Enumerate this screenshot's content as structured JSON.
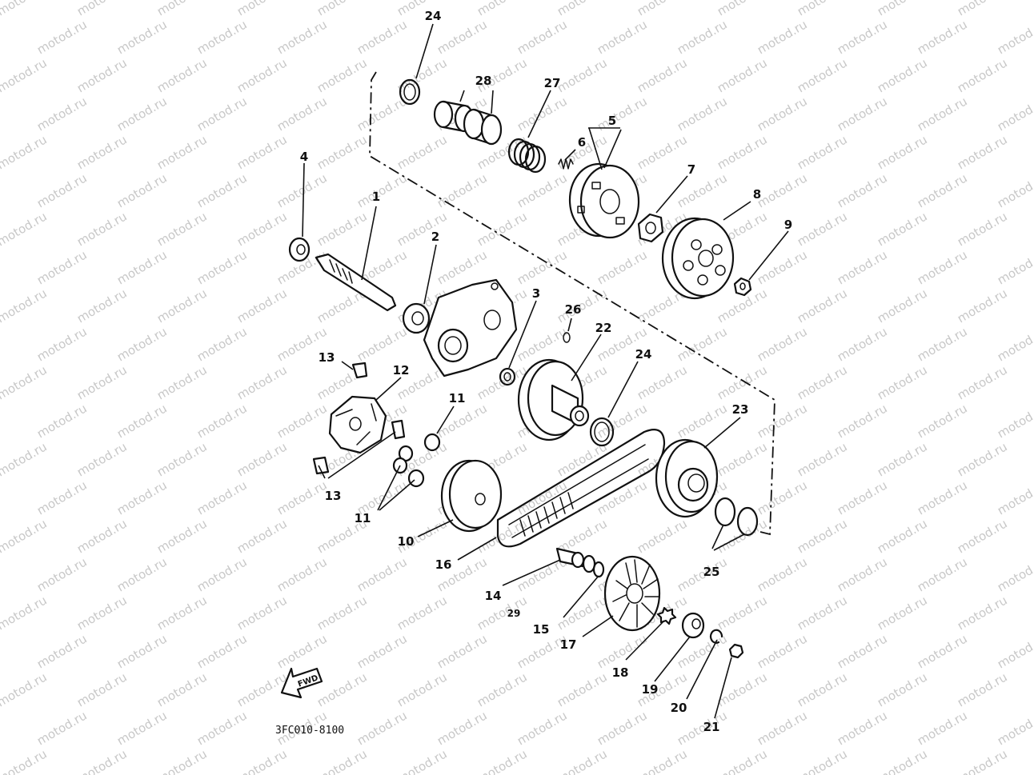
{
  "watermark": "motod.ru",
  "diagram_code": "3FC010-8100",
  "fwd_label": "FWD",
  "callouts": {
    "c1": "1",
    "c2": "2",
    "c3": "3",
    "c4": "4",
    "c5": "5",
    "c6": "6",
    "c7": "7",
    "c8": "8",
    "c9": "9",
    "c10": "10",
    "c11a": "11",
    "c11b": "11",
    "c12": "12",
    "c13a": "13",
    "c13b": "13",
    "c14": "14",
    "c15": "15",
    "c16": "16",
    "c17": "17",
    "c18": "18",
    "c19": "19",
    "c20": "20",
    "c21": "21",
    "c22": "22",
    "c23": "23",
    "c24a": "24",
    "c24b": "24",
    "c25": "25",
    "c26": "26",
    "c27": "27",
    "c28": "28",
    "c29": "29"
  }
}
